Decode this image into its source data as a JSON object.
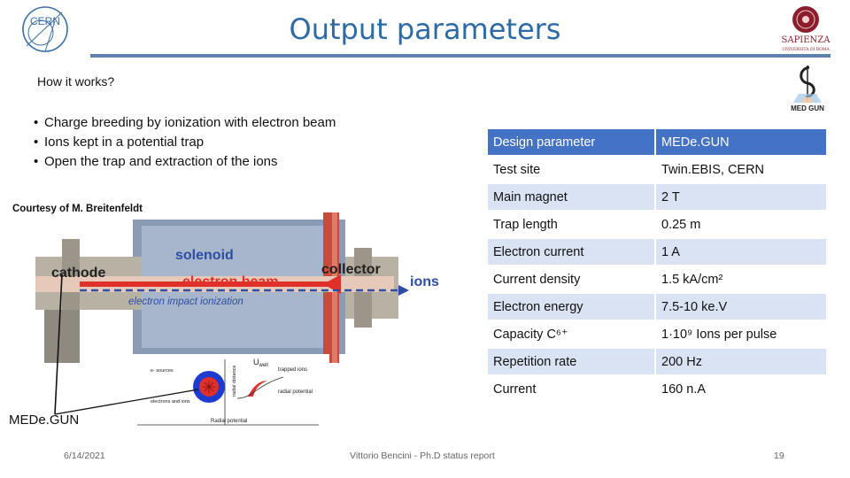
{
  "slide": {
    "title": "Output parameters",
    "how_it_works": "How it works?",
    "bullets": [
      "Charge breeding by ionization with electron beam",
      "Ions kept in a potential trap",
      "Open the trap and extraction of the ions"
    ],
    "courtesy": "Courtesy of M. Breitenfeldt",
    "device_label": "MEDe.GUN",
    "logos": {
      "cern": "CERN",
      "sapienza": "SAPIENZA",
      "sapienza_sub": "UNIVERSITÀ DI ROMA",
      "medegun": "MED GUN"
    }
  },
  "diagram": {
    "labels": {
      "solenoid": "solenoid",
      "cathode": "cathode",
      "collector": "collector",
      "electron_beam": "electron beam",
      "ions": "ions",
      "impact": "electron impact ionization"
    },
    "inset": {
      "u_well": "U",
      "u_well_sub": "well",
      "trapped_ions": "trapped ions",
      "radial_potential": "radial potential",
      "axis": "Radial potential",
      "electrons_ions": "electrons and ions",
      "e_sources": "e- sources",
      "radial_distance": "radial distance"
    }
  },
  "table": {
    "header": [
      "Design parameter",
      "MEDe.GUN"
    ],
    "rows": [
      [
        "Test site",
        "Twin.EBIS, CERN"
      ],
      [
        "Main magnet",
        "2 T"
      ],
      [
        "Trap length",
        "0.25 m"
      ],
      [
        "Electron current",
        "1 A"
      ],
      [
        "Current density",
        "1.5 kA/cm²"
      ],
      [
        "Electron energy",
        "7.5-10 ke.V"
      ],
      [
        "Capacity C⁶⁺",
        "1·10⁹ Ions per pulse"
      ],
      [
        "Repetition rate",
        "200  Hz"
      ],
      [
        "Current",
        "160 n.A"
      ]
    ]
  },
  "footer": {
    "date": "6/14/2021",
    "author": "Vittorio Bencini - Ph.D status report",
    "page": "19"
  },
  "colors": {
    "title": "#2e6aa6",
    "header_bg": "#4472c4",
    "row_alt": "#dae3f3",
    "accent_red": "#e0302a"
  }
}
